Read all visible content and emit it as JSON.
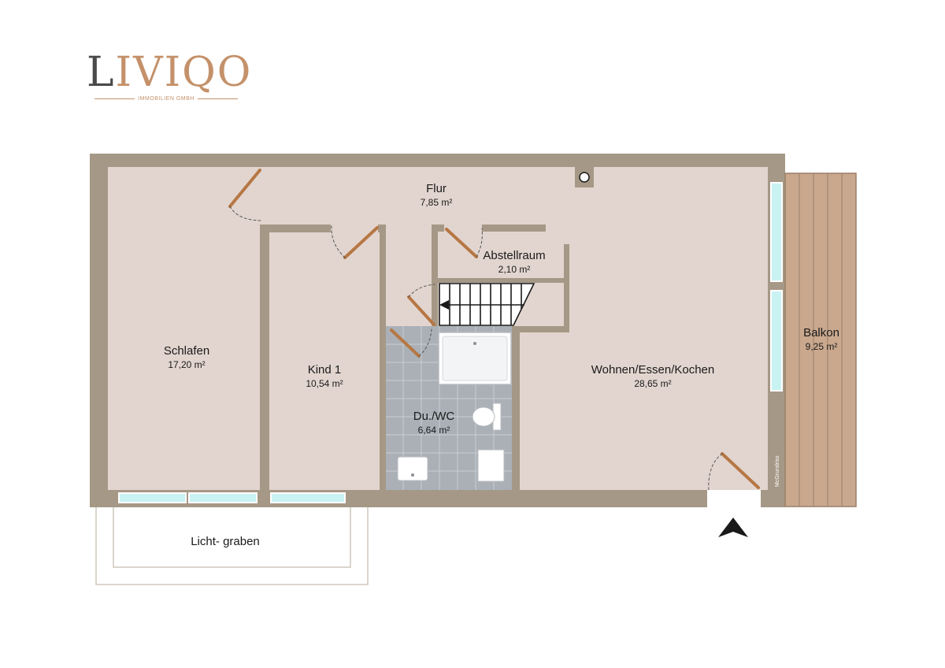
{
  "brand": {
    "logo_first": "L",
    "logo_rest": "IVIQO",
    "subtitle": "IMMOBILIEN GMBH",
    "watermark": "McGrundriss"
  },
  "rooms": {
    "flur": {
      "name": "Flur",
      "area": "7,85 m²"
    },
    "abstellraum": {
      "name": "Abstellraum",
      "area": "2,10 m²"
    },
    "schlafen": {
      "name": "Schlafen",
      "area": "17,20 m²"
    },
    "kind1": {
      "name": "Kind 1",
      "area": "10,54 m²"
    },
    "bad": {
      "name": "Du./WC",
      "area": "6,64 m²"
    },
    "wohnen": {
      "name": "Wohnen/Essen/Kochen",
      "area": "28,65 m²"
    },
    "balkon": {
      "name": "Balkon",
      "area": "9,25 m²"
    },
    "lichtgraben": {
      "name": "Licht- graben"
    }
  },
  "colors": {
    "wall": "#a69886",
    "floor": "#e2d5cf",
    "tile": "#aab0b6",
    "wood": "#c9a88e",
    "door": "#b67744",
    "window": "#c9f3f3",
    "logo_accent": "#c4916a"
  },
  "icons": {
    "entrance": "triangle-up-icon",
    "chimney": "circle-icon"
  }
}
